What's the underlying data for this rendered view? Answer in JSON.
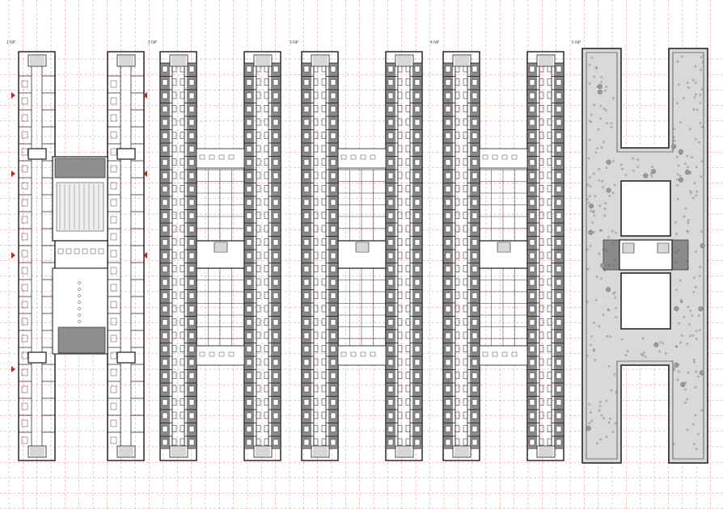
{
  "sheet": {
    "floors": [
      {
        "id": "1np",
        "label": "1 NP",
        "kind": "ground"
      },
      {
        "id": "2np",
        "label": "2 NP",
        "kind": "typical"
      },
      {
        "id": "3np",
        "label": "3 NP",
        "kind": "typical"
      },
      {
        "id": "4np",
        "label": "4 NP",
        "kind": "typical"
      },
      {
        "id": "5np",
        "label": "5 NP",
        "kind": "roof"
      }
    ]
  },
  "colors": {
    "wall": "#1a1a1a",
    "grid": "#d44a3a",
    "room_fill": "#8a8a8a",
    "roof_fill": "#d9d9d9",
    "entrance_marker": "#c0281e",
    "paper": "#ffffff"
  },
  "legend_icons": {
    "entrance_marker": "triangle-arrow-icon",
    "stair": "stair-icon",
    "tree": "tree-icon"
  }
}
